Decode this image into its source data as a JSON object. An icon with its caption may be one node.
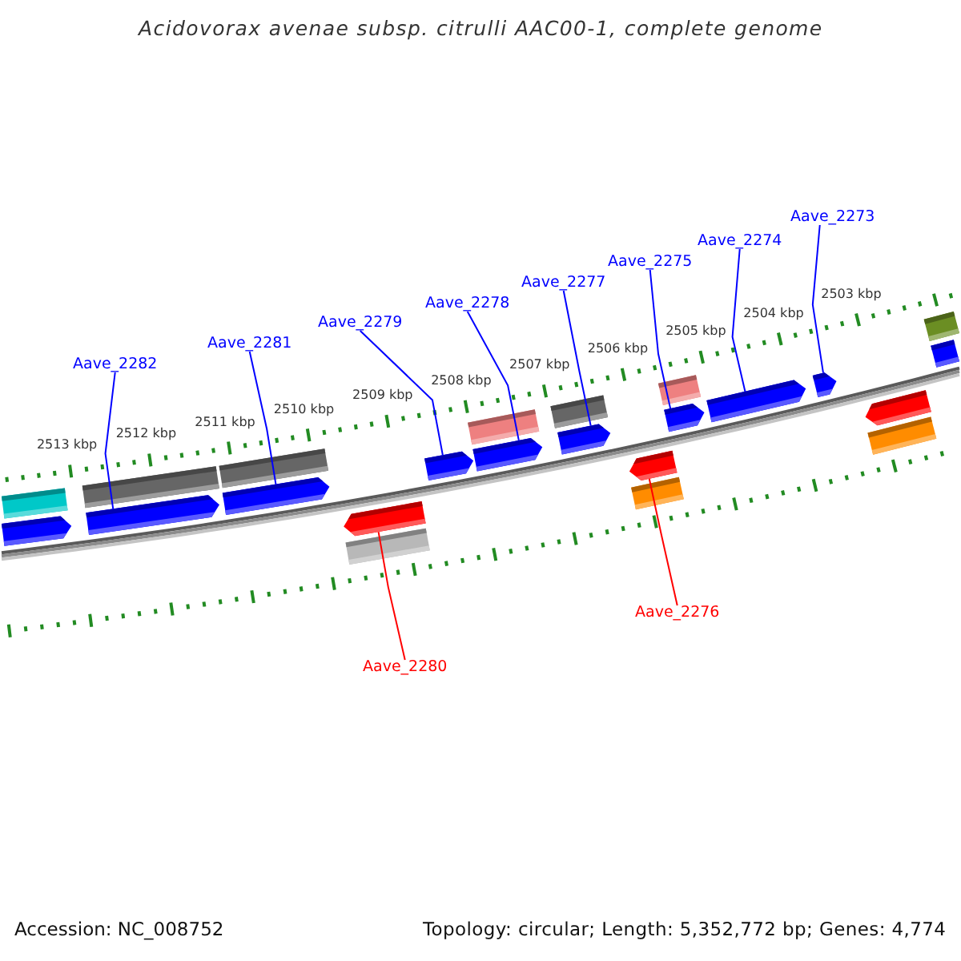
{
  "diagram": {
    "title": "Acidovorax avenae subsp. citrulli AAC00-1, complete genome",
    "nodes": [
      {
        "text": [
          "Aave_2282"
        ]
      },
      {
        "text": [
          "Aave_2281"
        ]
      },
      {
        "text": [
          "Aave_2279"
        ]
      },
      {
        "text": [
          "Aave_2278"
        ]
      },
      {
        "text": [
          "Aave_2277"
        ]
      },
      {
        "text": [
          "Aave_2275"
        ]
      },
      {
        "text": [
          "Aave_2274"
        ]
      },
      {
        "text": [
          "Aave_2273"
        ]
      },
      {
        "text": [
          "Aave_2280"
        ]
      },
      {
        "text": [
          "Aave_2276"
        ]
      },
      {
        "text": [],
        "shape": "arrow"
      },
      {
        "text": [],
        "shape": "arrow"
      },
      {
        "text": [],
        "shape": "arrow"
      },
      {
        "text": [],
        "shape": "arrow"
      },
      {
        "text": [],
        "shape": "arrow"
      },
      {
        "text": [],
        "shape": "arrow"
      },
      {
        "text": [],
        "shape": "arrow"
      },
      {
        "text": [],
        "shape": "arrow"
      },
      {
        "text": [],
        "shape": "arrow"
      },
      {
        "text": [],
        "shape": "arrow"
      },
      {
        "text": [],
        "shape": "arrow"
      },
      {
        "text": [],
        "shape": "arrow"
      },
      {
        "text": [],
        "shape": "arrow"
      }
    ],
    "edges": [
      {
        "from": 0,
        "to": 11,
        "arrow": "none"
      },
      {
        "from": 1,
        "to": 12,
        "arrow": "none"
      },
      {
        "from": 2,
        "to": 14,
        "arrow": "none"
      },
      {
        "from": 3,
        "to": 15,
        "arrow": "none"
      },
      {
        "from": 4,
        "to": 16,
        "arrow": "none"
      },
      {
        "from": 5,
        "to": 18,
        "arrow": "none"
      },
      {
        "from": 6,
        "to": 19,
        "arrow": "none"
      },
      {
        "from": 7,
        "to": 20,
        "arrow": "none"
      },
      {
        "from": 8,
        "to": 13,
        "arrow": "none",
        "color": "#ff0000"
      },
      {
        "from": 9,
        "to": 17,
        "arrow": "none",
        "color": "#ff0000"
      }
    ],
    "labels": [
      "2513 kbp",
      "2512 kbp",
      "2511 kbp",
      "2510 kbp",
      "2509 kbp",
      "2508 kbp",
      "2507 kbp",
      "2506 kbp",
      "2505 kbp",
      "2504 kbp",
      "2503 kbp",
      "Accession: NC_008752",
      "Topology: circular; Length: 5,352,772 bp; Genes: 4,774"
    ]
  }
}
